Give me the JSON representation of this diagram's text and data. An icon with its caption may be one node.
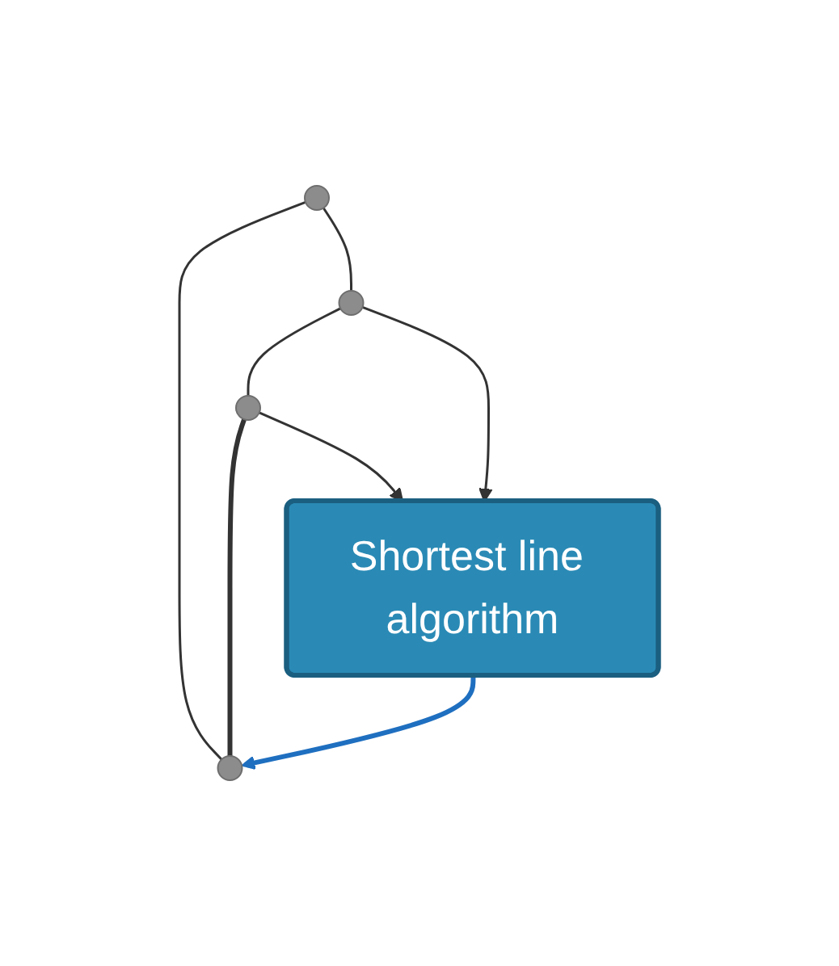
{
  "diagram": {
    "nodes": [
      {
        "text": [],
        "shape": "circle"
      },
      {
        "text": [],
        "shape": "circle"
      },
      {
        "text": [],
        "shape": "circle"
      },
      {
        "text": [],
        "shape": "circle"
      },
      {
        "text": [
          "Shortest line algorithm"
        ]
      }
    ],
    "edges": [
      {
        "from": 1,
        "to": 0,
        "arrow": "none"
      },
      {
        "from": 1,
        "to": 2,
        "arrow": "none"
      },
      {
        "from": 2,
        "to": 3,
        "arrow": "none"
      },
      {
        "from": 3,
        "to": 0,
        "arrow": "none",
        "style": "thick"
      },
      {
        "from": 2,
        "to": 4,
        "arrow": "to"
      },
      {
        "from": 3,
        "to": 4,
        "arrow": "to"
      },
      {
        "from": 4,
        "to": 0,
        "arrow": "to",
        "style": "thick",
        "color": "#1f6fc0"
      }
    ]
  }
}
